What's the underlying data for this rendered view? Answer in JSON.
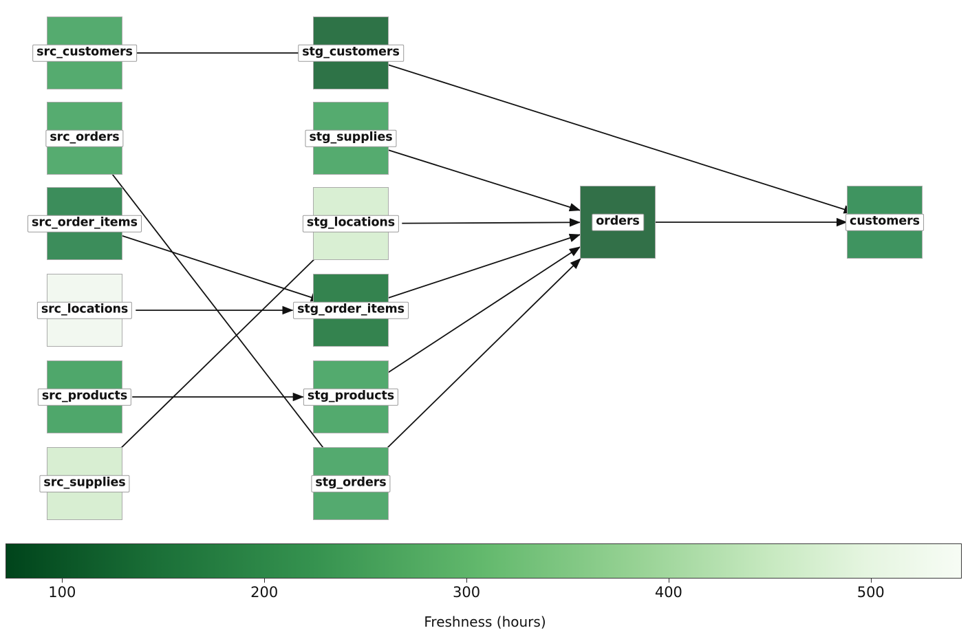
{
  "chart_data": {
    "type": "diagram",
    "title": "",
    "diagram_kind": "data-lineage-dag",
    "colormap": "Greens_reversed",
    "nodes": [
      {
        "id": "src_customers",
        "label": "src_customers",
        "layer": 0,
        "row": 0,
        "freshness": 310,
        "color": "#55ab6f"
      },
      {
        "id": "src_orders",
        "label": "src_orders",
        "layer": 0,
        "row": 1,
        "freshness": 312,
        "color": "#56ac70"
      },
      {
        "id": "src_order_items",
        "label": "src_order_items",
        "layer": 0,
        "row": 2,
        "freshness": 240,
        "color": "#3c8d5b"
      },
      {
        "id": "src_locations",
        "label": "src_locations",
        "layer": 0,
        "row": 3,
        "freshness": 540,
        "color": "#f2f8f0"
      },
      {
        "id": "src_products",
        "label": "src_products",
        "layer": 0,
        "row": 4,
        "freshness": 285,
        "color": "#4fa76b"
      },
      {
        "id": "src_supplies",
        "label": "src_supplies",
        "layer": 0,
        "row": 5,
        "freshness": 472,
        "color": "#d8eed2"
      },
      {
        "id": "stg_customers",
        "label": "stg_customers",
        "layer": 1,
        "row": 0,
        "freshness": 175,
        "color": "#2e7347"
      },
      {
        "id": "stg_supplies",
        "label": "stg_supplies",
        "layer": 1,
        "row": 1,
        "freshness": 305,
        "color": "#55ab6f"
      },
      {
        "id": "stg_locations",
        "label": "stg_locations",
        "layer": 1,
        "row": 2,
        "freshness": 468,
        "color": "#d9efd3"
      },
      {
        "id": "stg_order_items",
        "label": "stg_order_items",
        "layer": 1,
        "row": 3,
        "freshness": 205,
        "color": "#34834f"
      },
      {
        "id": "stg_products",
        "label": "stg_products",
        "layer": 1,
        "row": 4,
        "freshness": 300,
        "color": "#53aa6e"
      },
      {
        "id": "stg_orders",
        "label": "stg_orders",
        "layer": 1,
        "row": 5,
        "freshness": 302,
        "color": "#54aa6f"
      },
      {
        "id": "orders",
        "label": "orders",
        "layer": 2,
        "row": 0,
        "freshness": 170,
        "color": "#327048"
      },
      {
        "id": "customers",
        "label": "customers",
        "layer": 3,
        "row": 0,
        "freshness": 250,
        "color": "#3f9460"
      }
    ],
    "edges": [
      {
        "from": "src_customers",
        "to": "stg_customers",
        "arrow": false
      },
      {
        "from": "src_orders",
        "to": "stg_orders",
        "arrow": true
      },
      {
        "from": "src_order_items",
        "to": "stg_order_items",
        "arrow": true
      },
      {
        "from": "src_locations",
        "to": "stg_order_items",
        "arrow": true
      },
      {
        "from": "src_products",
        "to": "stg_products",
        "arrow": true
      },
      {
        "from": "src_supplies",
        "to": "stg_locations",
        "arrow": true
      },
      {
        "from": "stg_customers",
        "to": "customers",
        "arrow": true
      },
      {
        "from": "stg_supplies",
        "to": "orders",
        "arrow": true
      },
      {
        "from": "stg_locations",
        "to": "orders",
        "arrow": true
      },
      {
        "from": "stg_order_items",
        "to": "orders",
        "arrow": true
      },
      {
        "from": "stg_products",
        "to": "orders",
        "arrow": true
      },
      {
        "from": "stg_orders",
        "to": "orders",
        "arrow": true
      },
      {
        "from": "orders",
        "to": "customers",
        "arrow": true
      }
    ]
  },
  "colorbar": {
    "title": "Freshness (hours)",
    "tick_labels": [
      "100",
      "200",
      "300",
      "400",
      "500"
    ],
    "tick_values": [
      100,
      200,
      300,
      400,
      500
    ],
    "vmin": 72,
    "vmax": 545,
    "gradient_start_color": "#00441b",
    "gradient_end_color": "#f7fcf5"
  }
}
